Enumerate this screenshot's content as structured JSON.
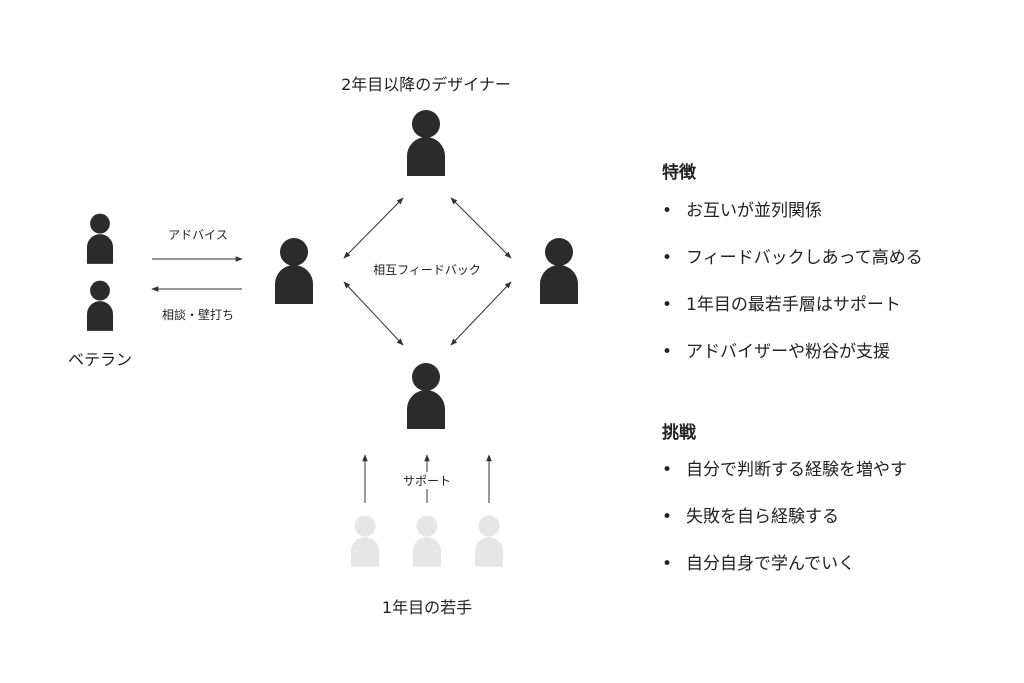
{
  "roles": {
    "top_label": "2年目以降のデザイナー",
    "left_label": "ベテラン",
    "bottom_label": "1年目の若手"
  },
  "arrows": {
    "advice": "アドバイス",
    "consult": "相談・壁打ち",
    "mutual": "相互フィードバック",
    "support": "サポート"
  },
  "features": {
    "heading": "特徴",
    "items": [
      "お互いが並列関係",
      "フィードバックしあって高める",
      "1年目の最若手層はサポート",
      "アドバイザーや粉谷が支援"
    ]
  },
  "challenges": {
    "heading": "挑戦",
    "items": [
      "自分で判断する経験を増やす",
      "失敗を自ら経験する",
      "自分自身で学んでいく"
    ]
  },
  "colors": {
    "person_dark": "#2b2b2b",
    "person_light": "#e6e6e6",
    "arrow": "#333333"
  },
  "icons": {
    "person": "person-icon",
    "person_light": "person-light-icon"
  }
}
